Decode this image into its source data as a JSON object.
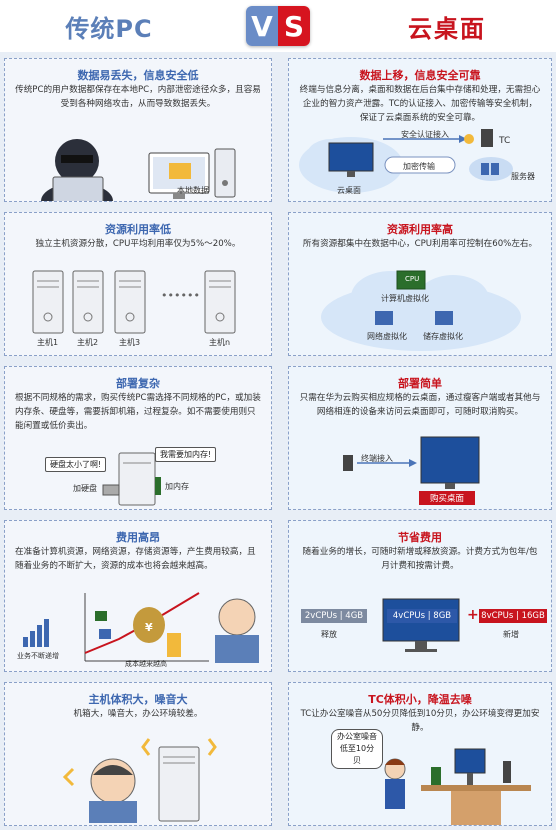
{
  "header": {
    "left_title": "传统PC",
    "right_title": "云桌面",
    "vs_v": "V",
    "vs_s": "S"
  },
  "sections": [
    {
      "left": {
        "title": "数据易丢失，信息安全低",
        "desc": "传统PC的用户数据都保存在本地PC，内部泄密途径众多，且容易受到各种网络攻击，从而导致数据丢失。",
        "labels": {
          "local_data": "本地数据"
        }
      },
      "right": {
        "title": "数据上移，信息安全可靠",
        "desc": "终端与信息分离，桌面和数据在后台集中存储和处理，无需担心企业的智力资产泄露。TC的认证接入、加密传输等安全机制，保证了云桌面系统的安全可靠。",
        "labels": {
          "auth": "安全认证接入",
          "tc": "TC",
          "encrypt": "加密传输",
          "server": "服务器",
          "cloud_desktop": "云桌面"
        }
      }
    },
    {
      "left": {
        "title": "资源利用率低",
        "desc": "独立主机资源分散，CPU平均利用率仅为5%～20%。",
        "hosts": [
          "主机1",
          "主机2",
          "主机3",
          "主机n"
        ],
        "dots": "••••••"
      },
      "right": {
        "title": "资源利用率高",
        "desc": "所有资源都集中在数据中心，CPU利用率可控制在60%左右。",
        "labels": {
          "cpu": "CPU",
          "compute": "计算机虚拟化",
          "network": "网络虚拟化",
          "storage": "储存虚拟化"
        }
      }
    },
    {
      "left": {
        "title": "部署复杂",
        "desc": "根据不同规格的需求，购买传统PC需选择不同规格的PC，或加装内存条、硬盘等，需要拆卸机箱，过程复杂。如不需要使用则只能闲置或低价卖出。",
        "labels": {
          "disk_small": "硬盘太小了啊!",
          "need_mem": "我需要加内存!",
          "add_disk": "加硬盘",
          "add_mem": "加内存"
        }
      },
      "right": {
        "title": "部署简单",
        "desc": "只需在华为云购买相应规格的云桌面，通过瘦客户端或者其他与网络相连的设备来访问云桌面即可，可随时取消购买。",
        "labels": {
          "terminal": "终端接入",
          "buy": "购买桌面"
        }
      }
    },
    {
      "left": {
        "title": "费用高昂",
        "desc": "在准备计算机资源，网络资源，存储资源等，产生费用较高，且随着业务的不断扩大，资源的成本也将会越来越高。",
        "labels": {
          "business": "业务不断递增",
          "cost": "成本越来越高",
          "yen": "¥"
        }
      },
      "right": {
        "title": "节省费用",
        "desc": "随着业务的增长，可随时新增或释放资源。计费方式为包年/包月计费和按需计费。",
        "labels": {
          "left_spec": "2vCPUs | 4GB",
          "release": "释放",
          "center_spec": "4vCPUs | 8GB",
          "plus": "+",
          "right_spec": "8vCPUs | 16GB",
          "add": "新增"
        }
      }
    },
    {
      "left": {
        "title": "主机体积大，噪音大",
        "desc": "机箱大，噪音大，办公环境较差。"
      },
      "right": {
        "title": "TC体积小，降温去噪",
        "desc": "TC让办公室噪音从50分贝降低到10分贝，办公环境变得更加安静。",
        "labels": {
          "bubble": "办公室噪音低至10分贝"
        }
      }
    }
  ],
  "colors": {
    "blue": "#3d67b0",
    "red": "#c8141e",
    "vs_blue": "#6a8cc7",
    "vs_red": "#d6141f",
    "spec_gray": "#7d8aa0",
    "spec_blue": "#2d58a8",
    "spec_red": "#c8141e"
  }
}
